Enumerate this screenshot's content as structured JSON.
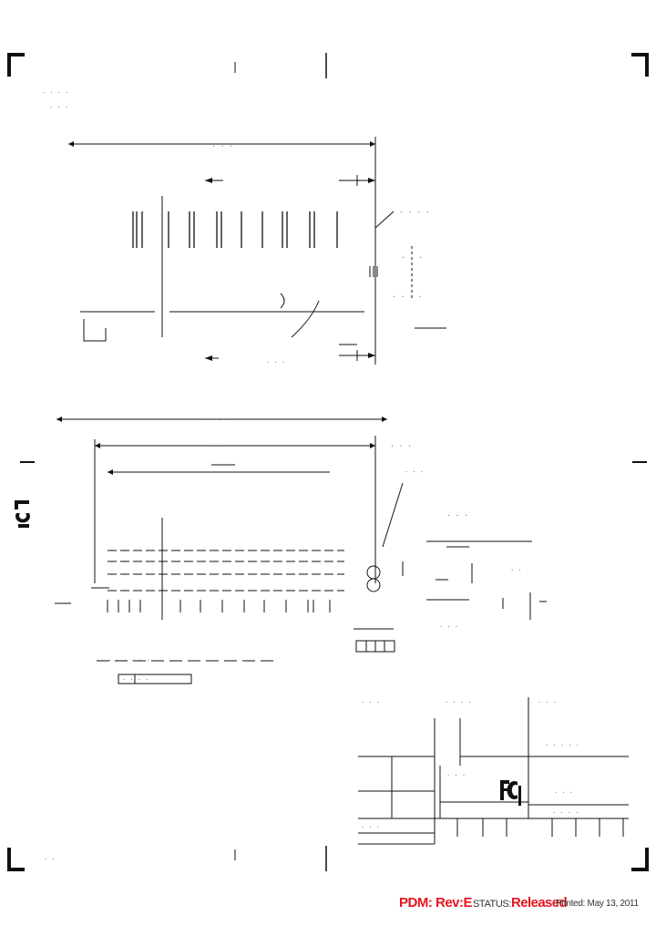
{
  "footer": {
    "pdm_label": "PDM: Rev:E",
    "status_label": "STATUS:",
    "status_value": "Released",
    "printed": "Printed: May 13, 2011"
  },
  "colors": {
    "accent_red": "#e8141e",
    "line": "#111111"
  },
  "icons": [
    "fci-logo-vertical",
    "fci-logo-title-block"
  ]
}
